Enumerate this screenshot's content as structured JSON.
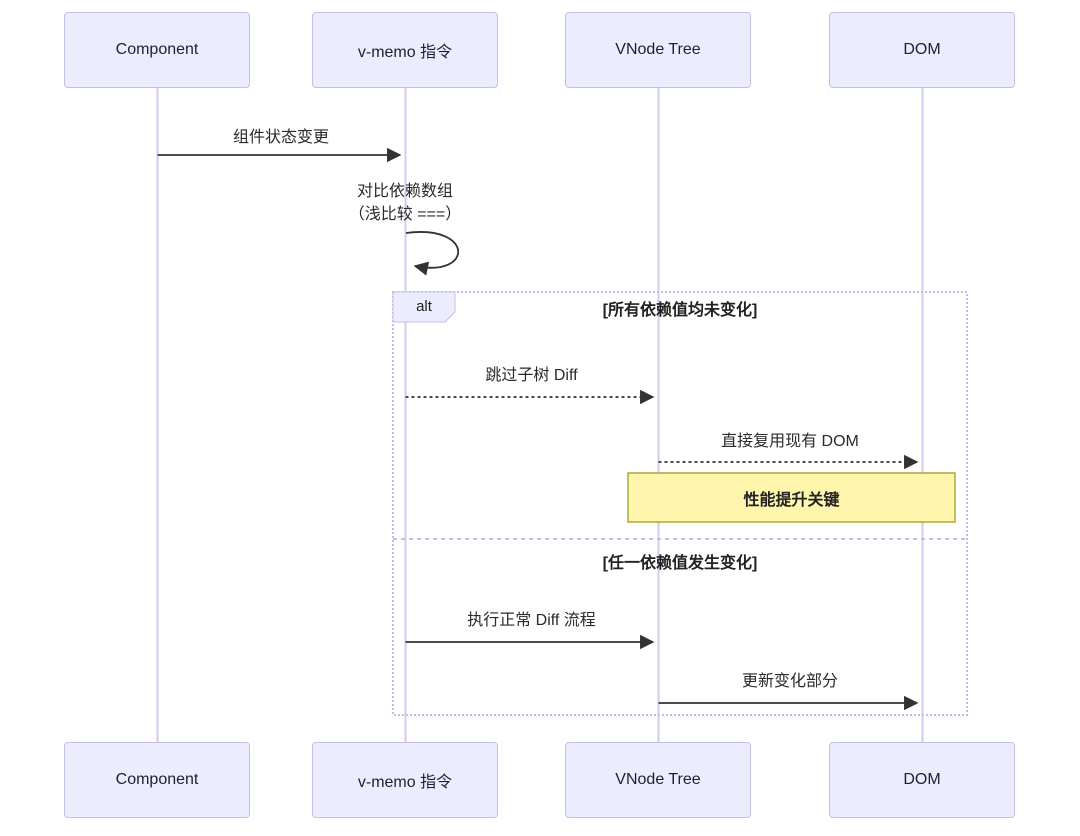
{
  "participants": [
    {
      "name": "Component"
    },
    {
      "name": "v-memo 指令"
    },
    {
      "name": "VNode Tree"
    },
    {
      "name": "DOM"
    }
  ],
  "messages": {
    "state_change": "组件状态变更",
    "compare_deps_line1": "对比依赖数组",
    "compare_deps_line2": "（浅比较 ===）",
    "skip_subtree_diff": "跳过子树 Diff",
    "reuse_existing_dom": "直接复用现有 DOM",
    "run_normal_diff": "执行正常 Diff 流程",
    "update_changed_parts": "更新变化部分"
  },
  "alt_block": {
    "label": "alt",
    "condition_unchanged": "[所有依赖值均未变化]",
    "condition_changed": "[任一依赖值发生变化]"
  },
  "note": {
    "text": "性能提升关键"
  },
  "colors": {
    "actor_fill": "#ECECFF",
    "actor_border": "#C5BFE8",
    "lifeline": "#D3CBEE",
    "frame_border": "#C3BDEA",
    "note_fill": "#FFF5AD",
    "note_border": "#AAAA33",
    "arrow": "#333333"
  }
}
